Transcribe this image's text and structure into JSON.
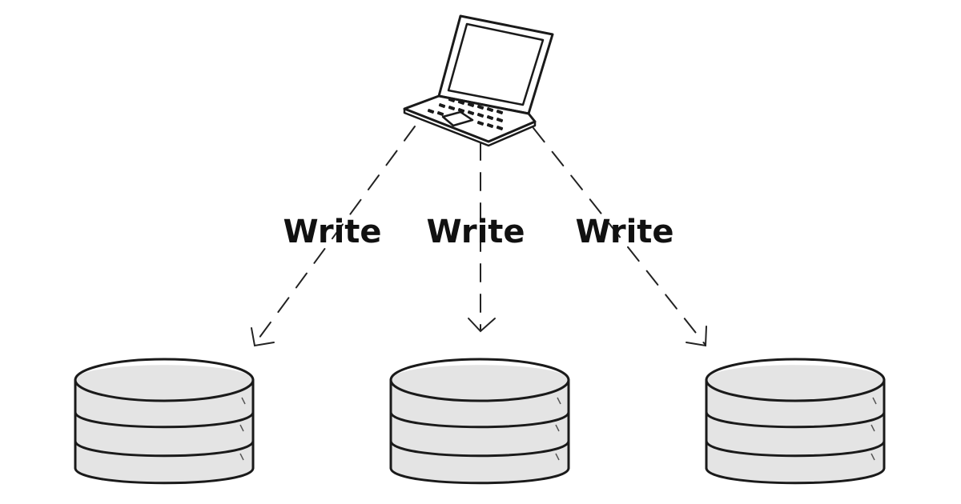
{
  "diagram": {
    "source": {
      "icon": "laptop-icon"
    },
    "targets": [
      {
        "icon": "database-icon",
        "edge_label": "Write"
      },
      {
        "icon": "database-icon",
        "edge_label": "Write"
      },
      {
        "icon": "database-icon",
        "edge_label": "Write"
      }
    ],
    "colors": {
      "stroke": "#1a1a1a",
      "db_fill": "#e4e4e4",
      "background": "#ffffff"
    }
  }
}
